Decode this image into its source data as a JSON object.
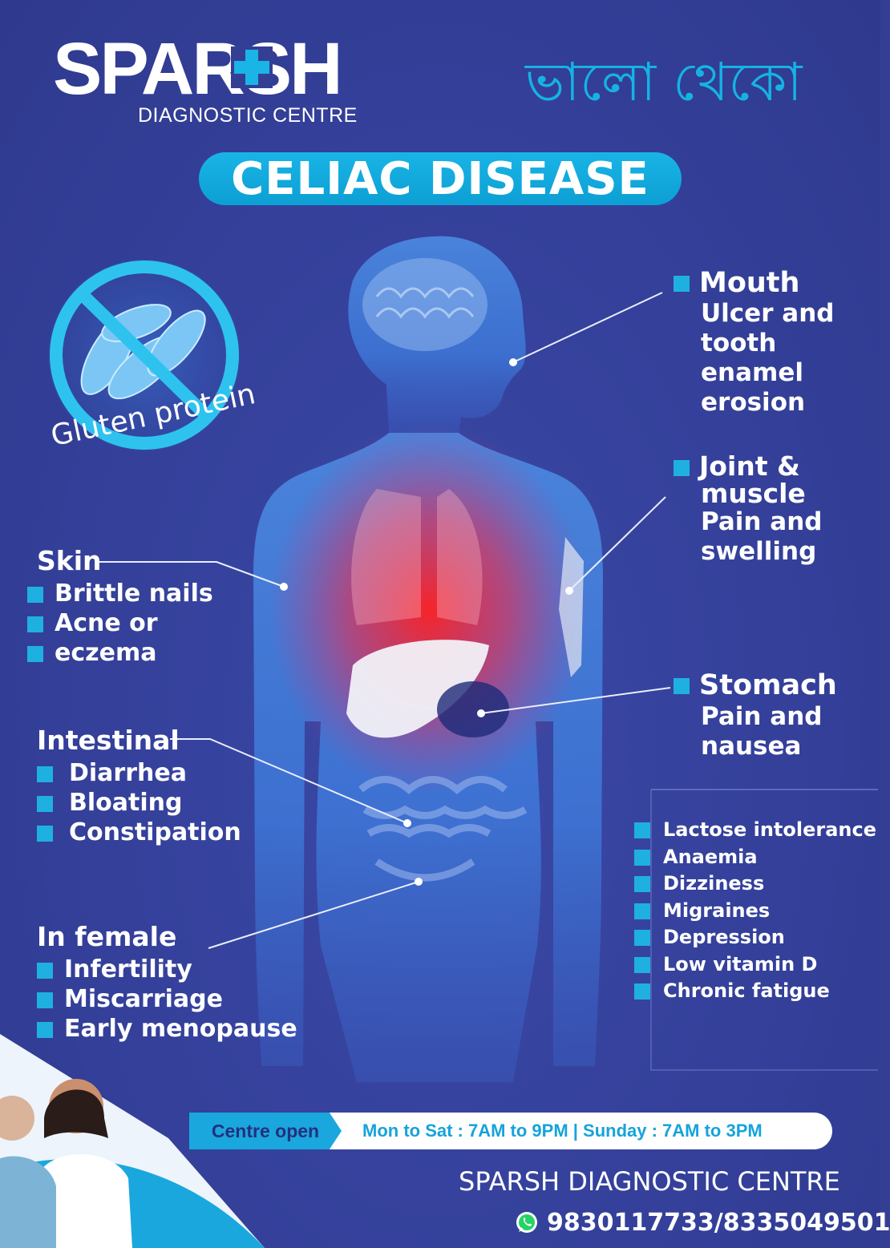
{
  "brand": {
    "name": "SPARSH",
    "subtitle": "DIAGNOSTIC CENTRE",
    "tagline": "ভালো থেকো",
    "colors": {
      "accent": "#1ab4e6",
      "background": "#343f94",
      "glow": "#ff2a2a"
    }
  },
  "title": "CELIAC DISEASE",
  "gluten_badge": {
    "label": "Gluten protein",
    "icon": "no-gluten-icon"
  },
  "symptoms": {
    "mouth": {
      "heading": "Mouth",
      "lines": [
        "Ulcer and",
        "tooth enamel",
        "erosion"
      ]
    },
    "joint": {
      "heading_lines": [
        "Joint &",
        "muscle"
      ],
      "lines": [
        "Pain and",
        "swelling"
      ]
    },
    "stomach": {
      "heading": "Stomach",
      "lines": [
        "Pain and",
        "nausea"
      ]
    },
    "skin": {
      "heading": "Skin",
      "items": [
        "Brittle nails",
        "Acne or",
        "eczema"
      ]
    },
    "intestinal": {
      "heading": "Intestinal",
      "items": [
        "Diarrhea",
        "Bloating",
        "Constipation"
      ]
    },
    "female": {
      "heading": "In female",
      "items": [
        "Infertility",
        "Miscarriage",
        "Early menopause"
      ]
    },
    "other": {
      "items": [
        "Lactose intolerance",
        "Anaemia",
        "Dizziness",
        "Migraines",
        "Depression",
        "Low vitamin D",
        "Chronic fatigue"
      ]
    }
  },
  "hours": {
    "label": "Centre open",
    "text": "Mon to Sat : 7AM to 9PM | Sunday : 7AM to 3PM"
  },
  "footer": {
    "name": "SPARSH DIAGNOSTIC CENTRE",
    "phone": "9830117733/8335049501",
    "phone_icon": "whatsapp-icon"
  }
}
